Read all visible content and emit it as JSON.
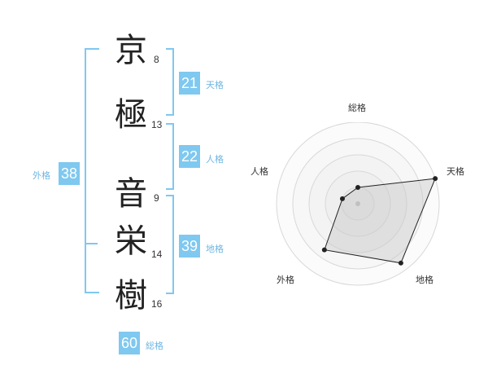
{
  "name": {
    "characters": [
      {
        "char": "京",
        "strokes": "8"
      },
      {
        "char": "極",
        "strokes": "13"
      },
      {
        "char": "音",
        "strokes": "9"
      },
      {
        "char": "栄",
        "strokes": "14"
      },
      {
        "char": "樹",
        "strokes": "16"
      }
    ]
  },
  "fortune": {
    "tenkaku": {
      "value": "21",
      "label": "天格"
    },
    "jinkaku": {
      "value": "22",
      "label": "人格"
    },
    "chikaku": {
      "value": "39",
      "label": "地格"
    },
    "gaikaku": {
      "value": "38",
      "label": "外格"
    },
    "soukaku": {
      "value": "60",
      "label": "総格"
    }
  },
  "accent_color": "#7fc8f0",
  "chart_data": {
    "type": "radar",
    "axes": [
      "総格",
      "天格",
      "地格",
      "外格",
      "人格"
    ],
    "values": [
      1,
      5,
      4.5,
      3.5,
      1
    ],
    "rmax": 5,
    "rings": 5
  }
}
